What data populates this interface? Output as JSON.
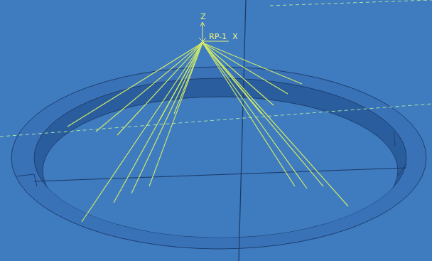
{
  "diagram": {
    "labels": [
      "Z",
      "RP-1",
      "X"
    ]
  }
}
